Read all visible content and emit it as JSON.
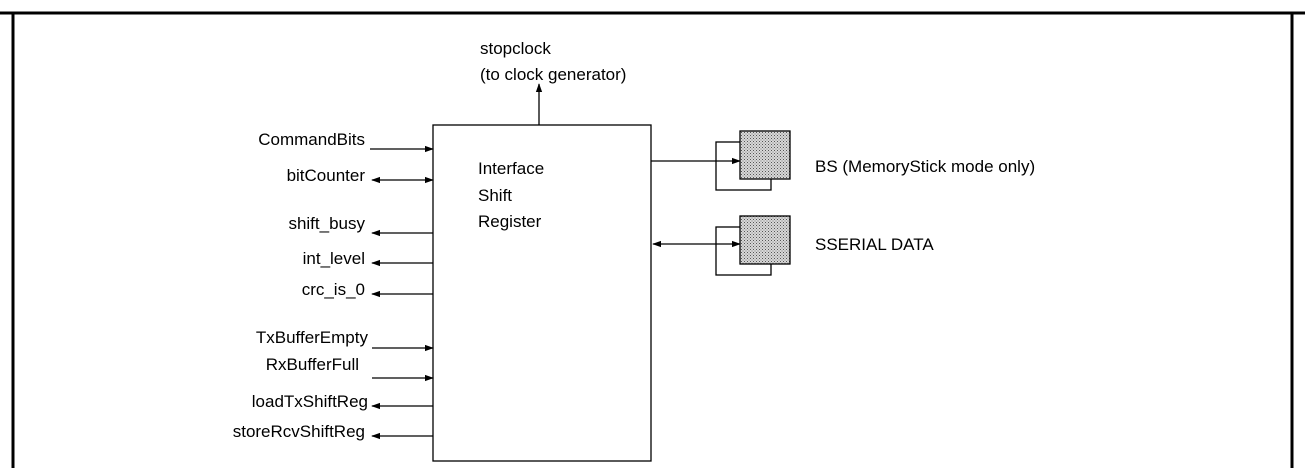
{
  "block": {
    "line1": "Interface",
    "line2": "Shift",
    "line3": "Register"
  },
  "top_output": {
    "line1": "stopclock",
    "line2": "(to clock generator)"
  },
  "left_signals": [
    {
      "label": "CommandBits",
      "direction": "in"
    },
    {
      "label": "bitCounter",
      "direction": "bidirectional"
    },
    {
      "label": "shift_busy",
      "direction": "out"
    },
    {
      "label": "int_level",
      "direction": "out"
    },
    {
      "label": "crc_is_0",
      "direction": "out"
    },
    {
      "label": "TxBufferEmpty",
      "direction": "in"
    },
    {
      "label": "RxBufferFull",
      "direction": "in"
    },
    {
      "label": "loadTxShiftReg",
      "direction": "out"
    },
    {
      "label": "storeRcvShiftReg",
      "direction": "out"
    }
  ],
  "pins": [
    {
      "label": "BS (MemoryStick mode only)",
      "direction": "out"
    },
    {
      "label": "SSERIAL DATA",
      "direction": "bidirectional"
    }
  ]
}
